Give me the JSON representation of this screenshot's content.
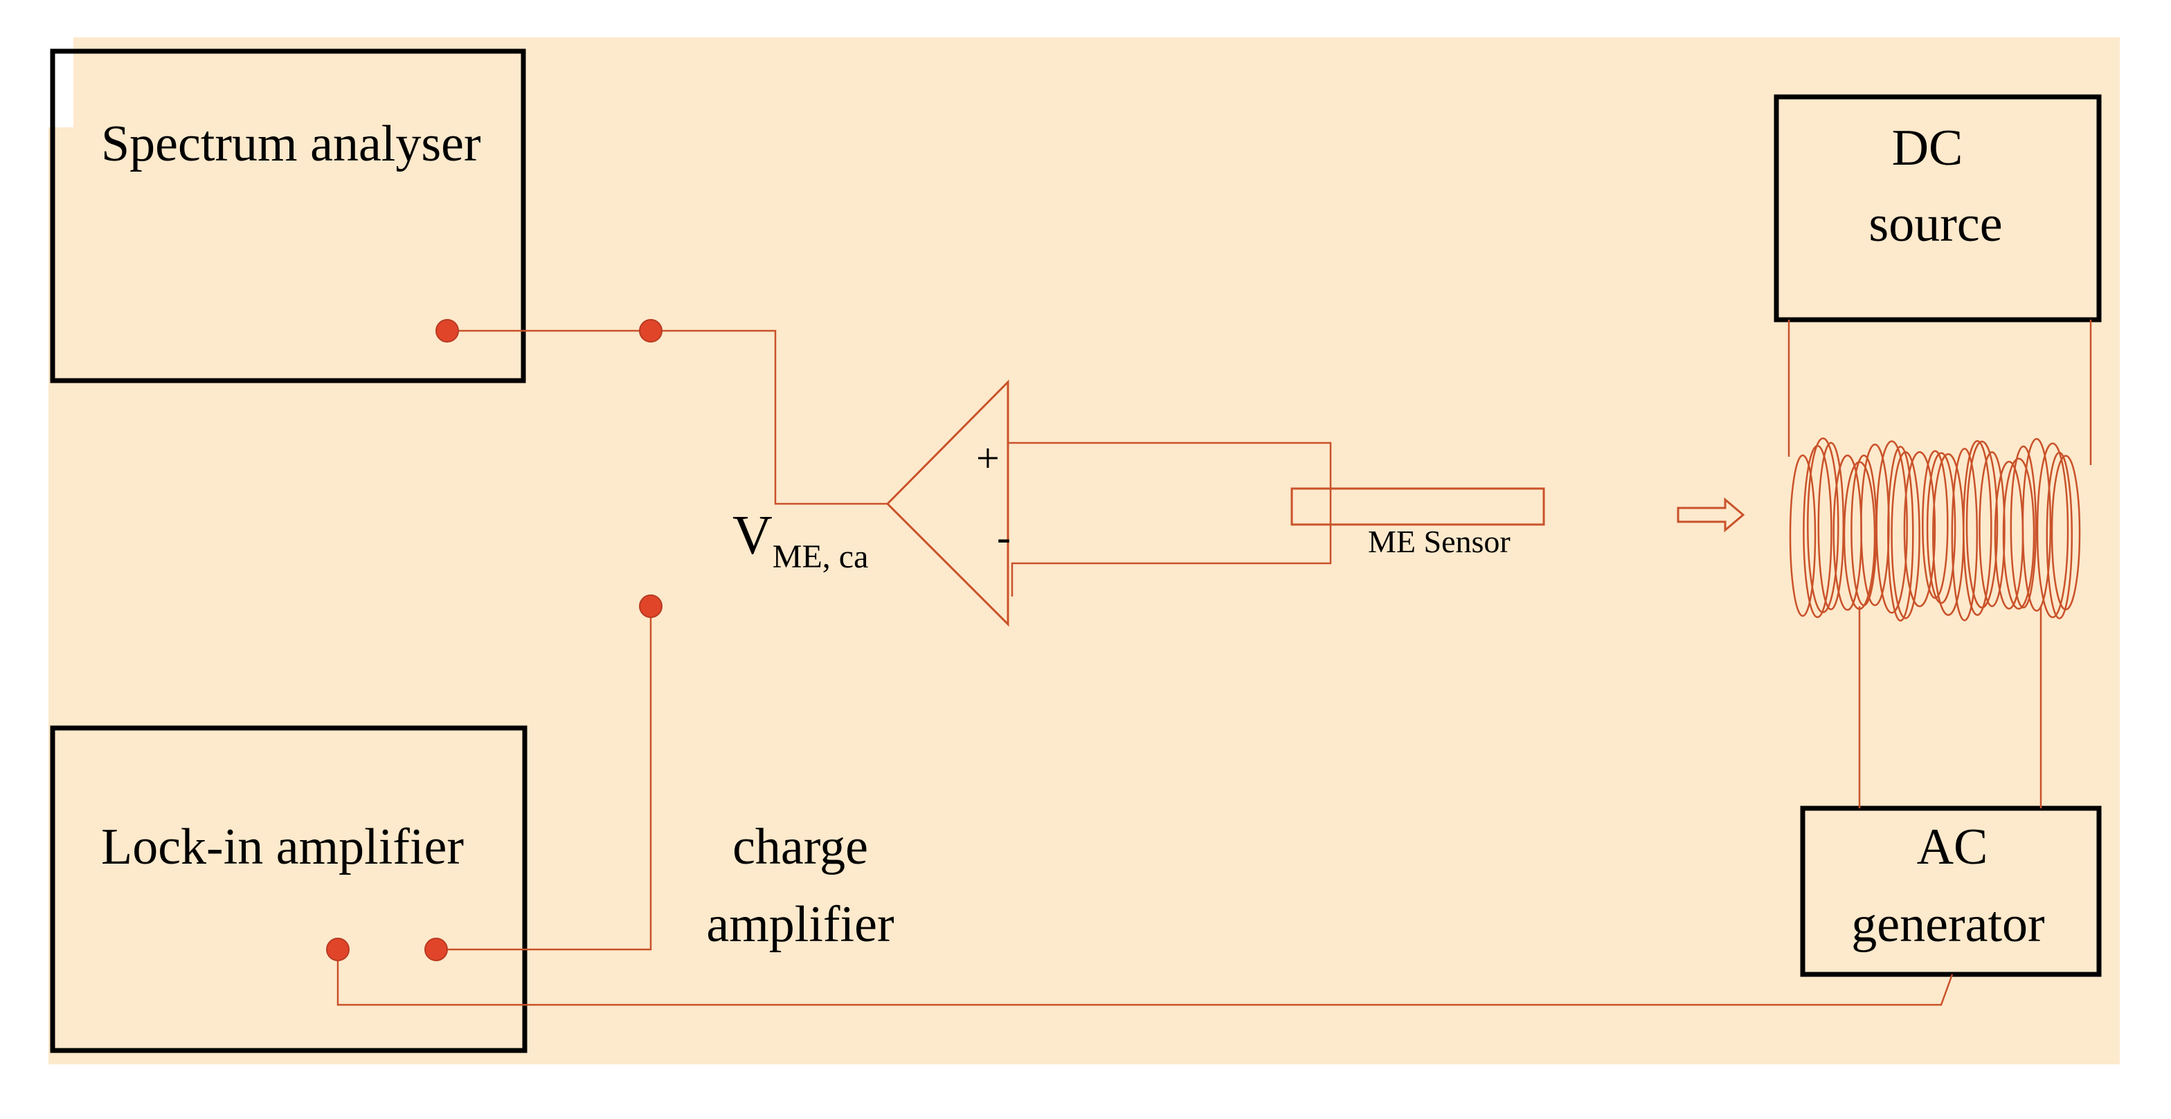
{
  "colors": {
    "background": "#fde9cc",
    "wire": "#c9522a",
    "terminal": "#e0452a",
    "box_border": "#000000",
    "text": "#000000"
  },
  "instruments": {
    "spectrum_analyser": "Spectrum analyser",
    "lock_in_amplifier": "Lock-in amplifier",
    "dc_source": {
      "line1": "DC",
      "line2": "source"
    },
    "ac_generator": {
      "line1": "AC",
      "line2": "generator"
    }
  },
  "amplifier": {
    "output_label": "V",
    "output_subscript": "ME, ca",
    "plus": "+",
    "minus": "-",
    "caption": {
      "line1": "charge",
      "line2": "amplifier"
    }
  },
  "sensor": {
    "label": "ME Sensor"
  },
  "icons": {
    "arrow": "right-arrow-icon",
    "coil": "coil-icon",
    "terminal": "terminal-dot-icon",
    "opamp": "opamp-triangle-icon"
  }
}
